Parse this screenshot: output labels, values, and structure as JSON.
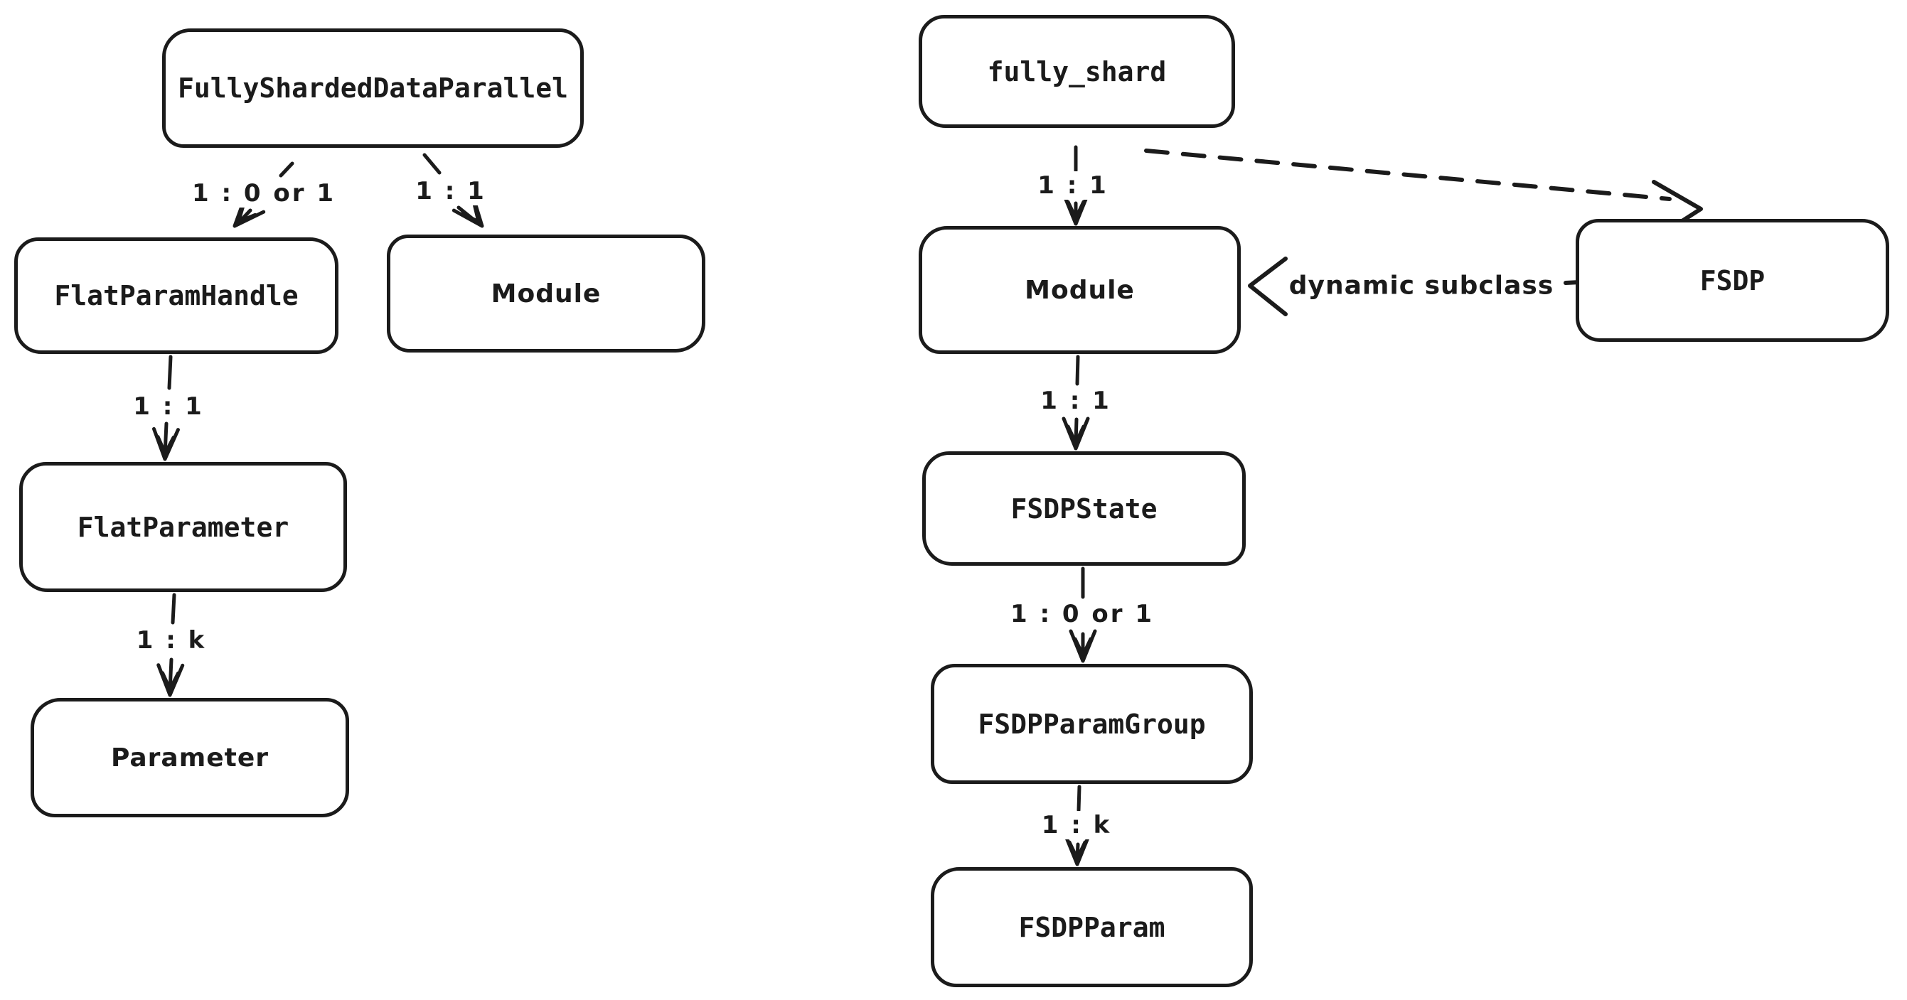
{
  "diagram": {
    "left_tree": {
      "nodes": {
        "root": {
          "label": "FullyShardedDataParallel"
        },
        "flat_param_handle": {
          "label": "FlatParamHandle"
        },
        "module": {
          "label": "Module"
        },
        "flat_parameter": {
          "label": "FlatParameter"
        },
        "parameter": {
          "label": "Parameter"
        }
      },
      "edge_labels": {
        "root_to_flat_param_handle": "1 : 0 or 1",
        "root_to_module": "1 : 1",
        "flat_param_handle_to_flat_parameter": "1 : 1",
        "flat_parameter_to_parameter": "1 : k"
      }
    },
    "right_tree": {
      "nodes": {
        "root": {
          "label": "fully_shard"
        },
        "module": {
          "label": "Module"
        },
        "fsdp": {
          "label": "FSDP"
        },
        "fsdp_state": {
          "label": "FSDPState"
        },
        "fsdp_param_group": {
          "label": "FSDPParamGroup"
        },
        "fsdp_param": {
          "label": "FSDPParam"
        }
      },
      "edge_labels": {
        "root_to_module": "1 : 1",
        "module_to_fsdp_state": "1 : 1",
        "fsdp_state_to_fsdp_param_group": "1 : 0 or 1",
        "fsdp_param_group_to_fsdp_param": "1 : k",
        "fsdp_to_module": "dynamic subclass"
      }
    },
    "colors": {
      "stroke": "#1b1b1b",
      "background": "#ffffff"
    }
  }
}
